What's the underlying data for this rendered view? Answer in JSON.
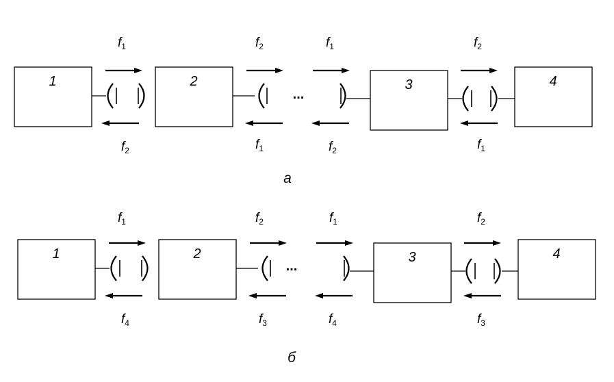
{
  "diagram_a": {
    "caption": "а",
    "nodes": [
      "1",
      "2",
      "3",
      "4"
    ],
    "ellipsis": "...",
    "links": [
      {
        "forward": {
          "f": "f",
          "sub": "1"
        },
        "backward": {
          "f": "f",
          "sub": "2"
        }
      },
      {
        "forward": {
          "f": "f",
          "sub": "2"
        },
        "backward": {
          "f": "f",
          "sub": "1"
        }
      },
      {
        "forward": {
          "f": "f",
          "sub": "1"
        },
        "backward": {
          "f": "f",
          "sub": "2"
        }
      },
      {
        "forward": {
          "f": "f",
          "sub": "2"
        },
        "backward": {
          "f": "f",
          "sub": "1"
        }
      }
    ]
  },
  "diagram_b": {
    "caption": "б",
    "nodes": [
      "1",
      "2",
      "3",
      "4"
    ],
    "ellipsis": "...",
    "links": [
      {
        "forward": {
          "f": "f",
          "sub": "1"
        },
        "backward": {
          "f": "f",
          "sub": "4"
        }
      },
      {
        "forward": {
          "f": "f",
          "sub": "2"
        },
        "backward": {
          "f": "f",
          "sub": "3"
        }
      },
      {
        "forward": {
          "f": "f",
          "sub": "1"
        },
        "backward": {
          "f": "f",
          "sub": "4"
        }
      },
      {
        "forward": {
          "f": "f",
          "sub": "2"
        },
        "backward": {
          "f": "f",
          "sub": "3"
        }
      }
    ]
  }
}
